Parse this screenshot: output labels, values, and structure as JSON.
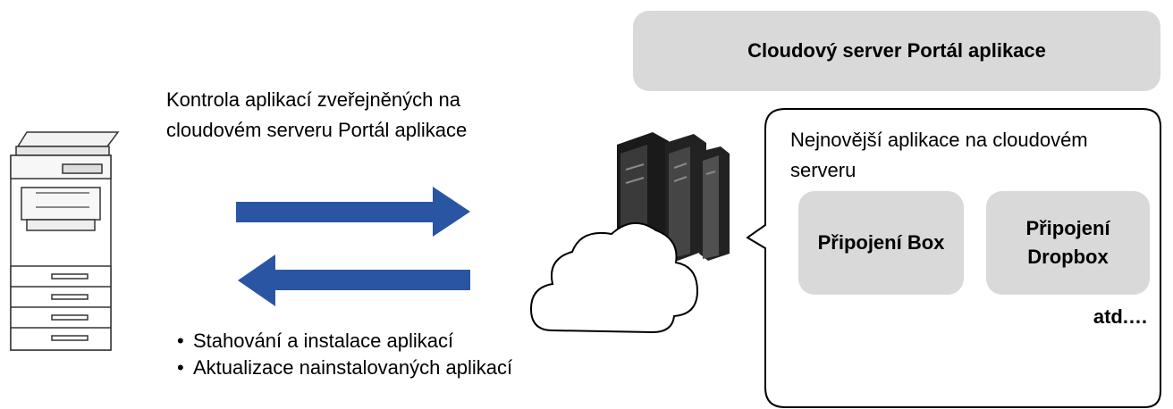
{
  "server": {
    "name": "Cloudový server Portál aplikace"
  },
  "exchange": {
    "check_text": "Kontrola aplikací zveřejněných na cloudovém serveru Portál aplikace",
    "actions": [
      "Stahování a instalace aplikací",
      "Aktualizace nainstalovaných aplikací"
    ]
  },
  "bubble": {
    "title": "Nejnovější aplikace na cloudovém serveru",
    "apps": [
      "Připojení Box",
      "Připojení Dropbox"
    ],
    "etc": "atd.…"
  },
  "colors": {
    "arrow": "#2a55a3",
    "box_fill": "#d9d9d9",
    "server_dark": "#1a1a1a"
  },
  "icons": [
    "printer-icon",
    "server-rack-icon",
    "cloud-icon",
    "arrow-right-icon",
    "arrow-left-icon"
  ]
}
